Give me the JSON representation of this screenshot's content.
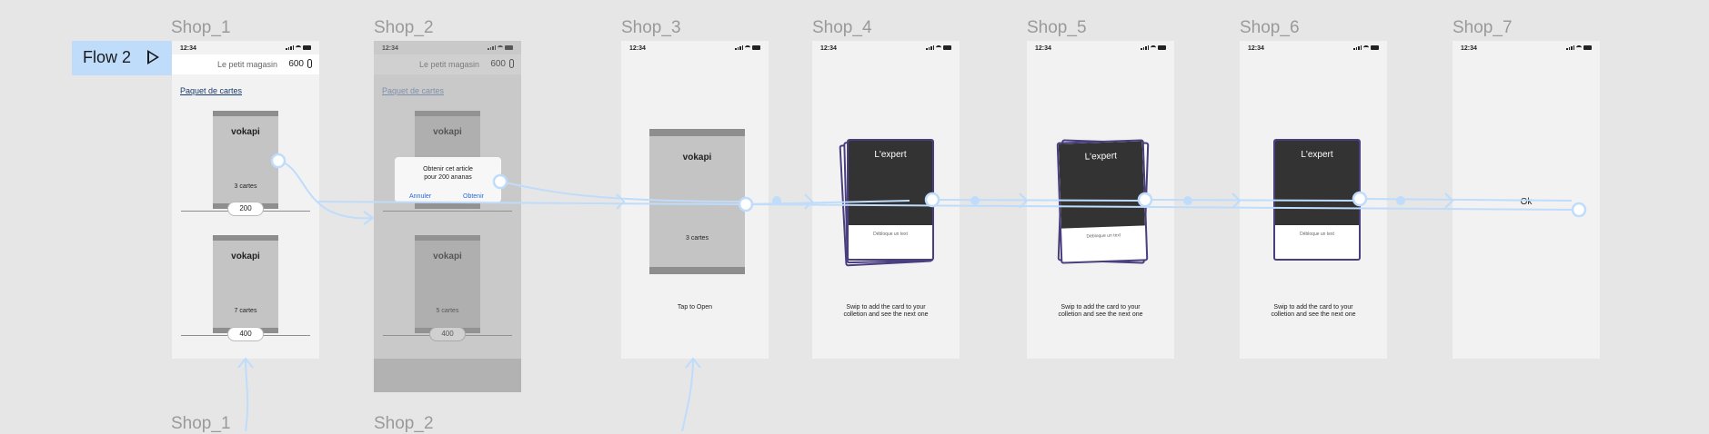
{
  "flow": {
    "label": "Flow 2",
    "play_icon": "play-icon"
  },
  "frames": [
    {
      "label": "Shop_1"
    },
    {
      "label": "Shop_2"
    },
    {
      "label": "Shop_3"
    },
    {
      "label": "Shop_4"
    },
    {
      "label": "Shop_5"
    },
    {
      "label": "Shop_6"
    },
    {
      "label": "Shop_7"
    }
  ],
  "bottom_frames": [
    "Shop_1",
    "Shop_2"
  ],
  "status_time": "12:34",
  "shop": {
    "name": "Le petit magasin",
    "coins": "600",
    "section_link": "Paquet de cartes",
    "packs": [
      {
        "title": "vokapi",
        "count": "3 cartes",
        "price": "200"
      },
      {
        "title": "vokapi",
        "count": "7 cartes",
        "price": "400"
      }
    ]
  },
  "dialog": {
    "message_line1": "Obtenir cet article",
    "message_line2": "pour 200 ananas",
    "cancel": "Annuler",
    "confirm": "Obtenir",
    "faded_count": "5 cartes"
  },
  "open_screen": {
    "title": "vokapi",
    "count": "3 cartes",
    "hint": "Tap to Open"
  },
  "card": {
    "title": "L'expert",
    "desc": "Débloque un text",
    "caption_line1": "Swip to add the card to your",
    "caption_line2": "colletion and  see the next one"
  },
  "final": {
    "ok_label": "Ok"
  },
  "colors": {
    "flow": "#bfdcfb",
    "card_border": "#4a3e7e",
    "card_dark": "#333333",
    "connector": "#bfdcfb"
  }
}
